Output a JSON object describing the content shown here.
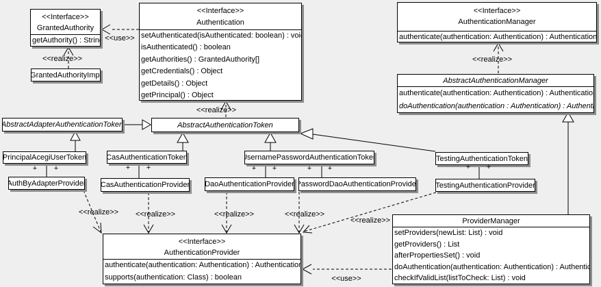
{
  "colors": {
    "background": "#efefef",
    "box_fill": "#ffffff",
    "box_border": "#000000",
    "box_shadow": "#8e8e8e",
    "line": "#000000"
  },
  "labels": {
    "realize": "<<realize>>",
    "use": "<<use>>",
    "plus": "+",
    "interface_stereotype": "<<Interface>>"
  },
  "classes": [
    {
      "id": "granted-authority",
      "stereotype": "<<Interface>>",
      "name": "GrantedAuthority",
      "methods": [
        "getAuthority() : String"
      ]
    },
    {
      "id": "granted-authority-impl",
      "name": "GrantedAuthorityImpl",
      "methods": []
    },
    {
      "id": "authentication",
      "stereotype": "<<Interface>>",
      "name": "Authentication",
      "methods": [
        "setAuthenticated(isAuthenticated: boolean) : void",
        "isAuthenticated() : boolean",
        "getAuthorities() : GrantedAuthority[]",
        "getCredentials() : Object",
        "getDetails() : Object",
        "getPrincipal() : Object"
      ]
    },
    {
      "id": "authentication-manager",
      "stereotype": "<<Interface>>",
      "name": "AuthenticationManager",
      "methods": [
        "authenticate(authentication: Authentication) : Authentication"
      ]
    },
    {
      "id": "abstract-authentication-manager",
      "name": "AbstractAuthenticationManager",
      "abstract": true,
      "methods": [
        "authenticate(authentication: Authentication) : Authentication",
        "doAuthentication(authentication : Authentication) : Authentication"
      ]
    },
    {
      "id": "abstract-adapter-authentication-token",
      "name": "AbstractAdapterAuthenticationToken",
      "abstract": true,
      "methods": []
    },
    {
      "id": "abstract-authentication-token",
      "name": "AbstractAuthenticationToken",
      "abstract": true,
      "methods": []
    },
    {
      "id": "principal-acegi-user-token",
      "name": "PrincipalAcegiUserToken",
      "methods": []
    },
    {
      "id": "cas-authentication-token",
      "name": "CasAuthenticationToken",
      "methods": []
    },
    {
      "id": "username-password-authentication-token",
      "name": "UsernamePasswordAuthenticationToken",
      "methods": []
    },
    {
      "id": "testing-authentication-token",
      "name": "TestingAuthenticationToken",
      "methods": []
    },
    {
      "id": "auth-by-adapter-provider",
      "name": "AuthByAdapterProvider",
      "methods": []
    },
    {
      "id": "cas-authentication-provider",
      "name": "CasAuthenticationProvider",
      "methods": []
    },
    {
      "id": "dao-authentication-provider",
      "name": "DaoAuthenticationProvider",
      "methods": []
    },
    {
      "id": "password-dao-authentication-provider",
      "name": "PasswordDaoAuthenticationProvider",
      "methods": []
    },
    {
      "id": "testing-authentication-provider",
      "name": "TestingAuthenticationProvider",
      "methods": []
    },
    {
      "id": "authentication-provider",
      "stereotype": "<<Interface>>",
      "name": "AuthenticationProvider",
      "methods": [
        "authenticate(authentication: Authentication) : Authentication",
        "supports(authentication: Class) : boolean"
      ]
    },
    {
      "id": "provider-manager",
      "name": "ProviderManager",
      "methods": [
        "setProviders(newList: List) : void",
        "getProviders() : List",
        "afterPropertiesSet() : void",
        "doAuthentication(authentication: Authentication) : Authentication",
        "checkIfValidList(listToCheck: List) : void"
      ]
    }
  ],
  "edges": [
    {
      "from": "GrantedAuthorityImpl",
      "to": "GrantedAuthority",
      "type": "realize"
    },
    {
      "from": "Authentication",
      "to": "GrantedAuthority",
      "type": "use"
    },
    {
      "from": "AbstractAuthenticationToken",
      "to": "Authentication",
      "type": "realize"
    },
    {
      "from": "AbstractAuthenticationManager",
      "to": "AuthenticationManager",
      "type": "realize"
    },
    {
      "from": "AbstractAdapterAuthenticationToken",
      "to": "AbstractAuthenticationToken",
      "type": "generalization"
    },
    {
      "from": "PrincipalAcegiUserToken",
      "to": "AbstractAdapterAuthenticationToken",
      "type": "generalization"
    },
    {
      "from": "CasAuthenticationToken",
      "to": "AbstractAuthenticationToken",
      "type": "generalization"
    },
    {
      "from": "UsernamePasswordAuthenticationToken",
      "to": "AbstractAuthenticationToken",
      "type": "generalization"
    },
    {
      "from": "TestingAuthenticationToken",
      "to": "AbstractAuthenticationToken",
      "type": "generalization"
    },
    {
      "from": "ProviderManager",
      "to": "AbstractAuthenticationManager",
      "type": "generalization"
    },
    {
      "from": "PrincipalAcegiUserToken",
      "to": "AuthByAdapterProvider",
      "type": "association"
    },
    {
      "from": "CasAuthenticationToken",
      "to": "CasAuthenticationProvider",
      "type": "association"
    },
    {
      "from": "UsernamePasswordAuthenticationToken",
      "to": "DaoAuthenticationProvider",
      "type": "association"
    },
    {
      "from": "UsernamePasswordAuthenticationToken",
      "to": "PasswordDaoAuthenticationProvider",
      "type": "association"
    },
    {
      "from": "TestingAuthenticationToken",
      "to": "TestingAuthenticationProvider",
      "type": "association"
    },
    {
      "from": "AuthByAdapterProvider",
      "to": "AuthenticationProvider",
      "type": "realize"
    },
    {
      "from": "CasAuthenticationProvider",
      "to": "AuthenticationProvider",
      "type": "realize"
    },
    {
      "from": "DaoAuthenticationProvider",
      "to": "AuthenticationProvider",
      "type": "realize"
    },
    {
      "from": "PasswordDaoAuthenticationProvider",
      "to": "AuthenticationProvider",
      "type": "realize"
    },
    {
      "from": "TestingAuthenticationProvider",
      "to": "AuthenticationProvider",
      "type": "realize"
    },
    {
      "from": "ProviderManager",
      "to": "AuthenticationProvider",
      "type": "use"
    }
  ]
}
